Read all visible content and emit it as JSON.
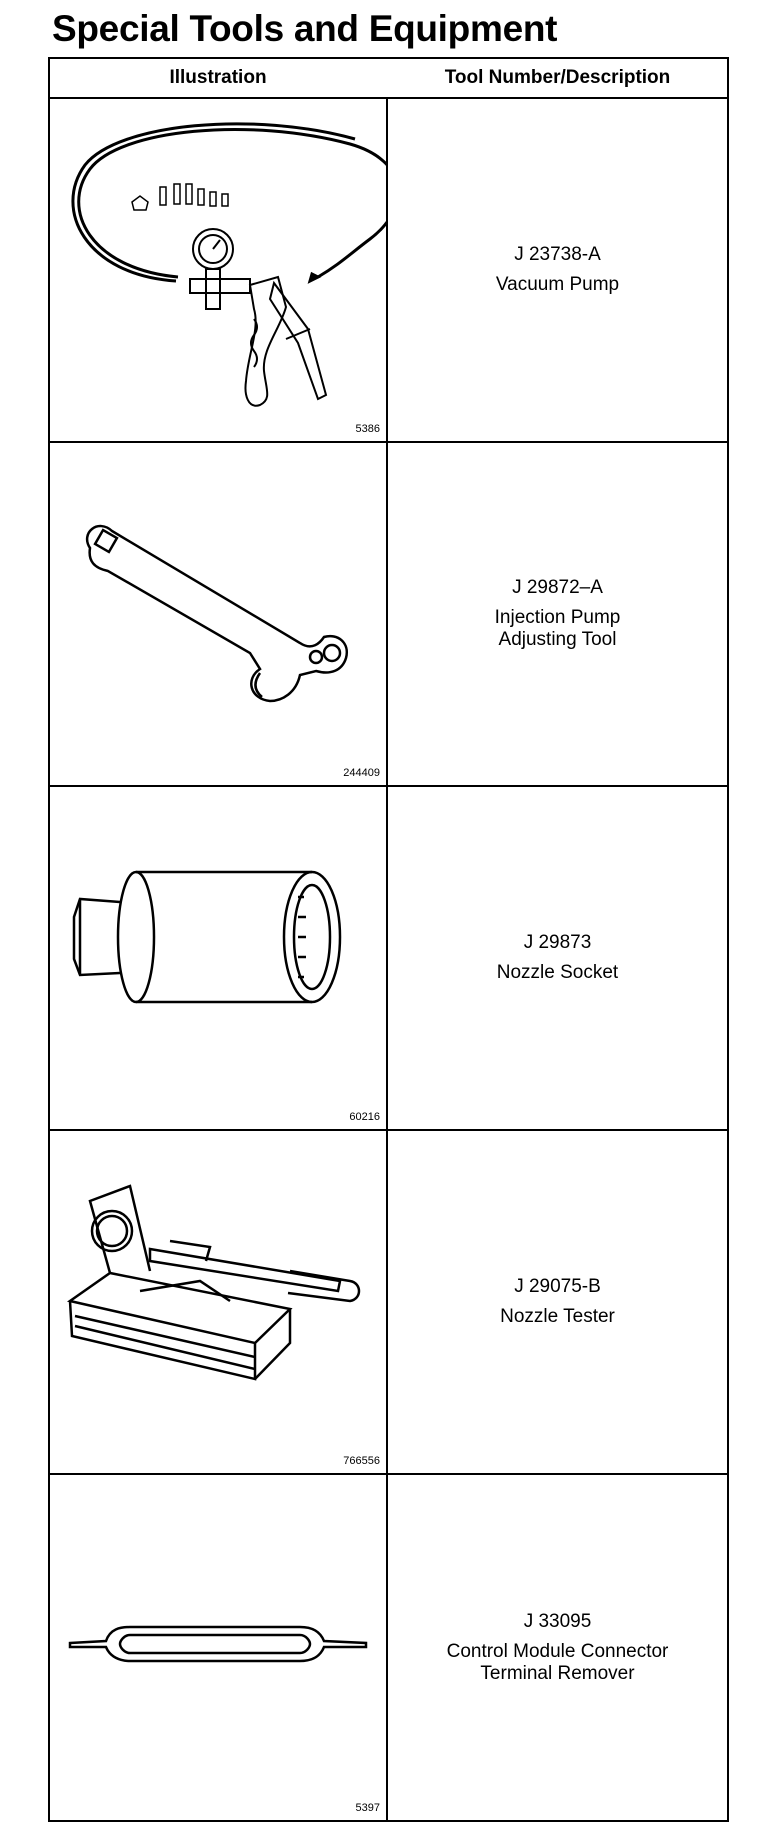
{
  "page": {
    "title": "Special Tools and Equipment"
  },
  "table": {
    "headers": {
      "illustration": "Illustration",
      "description": "Tool Number/Description"
    },
    "rows": [
      {
        "figure_number": "5386",
        "tool_number": "J 23738-A",
        "description_lines": [
          "Vacuum Pump"
        ],
        "illustration_icon": "vacuum-pump-icon"
      },
      {
        "figure_number": "244409",
        "tool_number": "J 29872–A",
        "description_lines": [
          "Injection Pump",
          "Adjusting Tool"
        ],
        "illustration_icon": "adjusting-tool-icon"
      },
      {
        "figure_number": "60216",
        "tool_number": "J 29873",
        "description_lines": [
          "Nozzle Socket"
        ],
        "illustration_icon": "nozzle-socket-icon"
      },
      {
        "figure_number": "766556",
        "tool_number": "J 29075-B",
        "description_lines": [
          "Nozzle Tester"
        ],
        "illustration_icon": "nozzle-tester-icon"
      },
      {
        "figure_number": "5397",
        "tool_number": "J 33095",
        "description_lines": [
          "Control Module Connector",
          "Terminal Remover"
        ],
        "illustration_icon": "terminal-remover-icon"
      }
    ]
  }
}
